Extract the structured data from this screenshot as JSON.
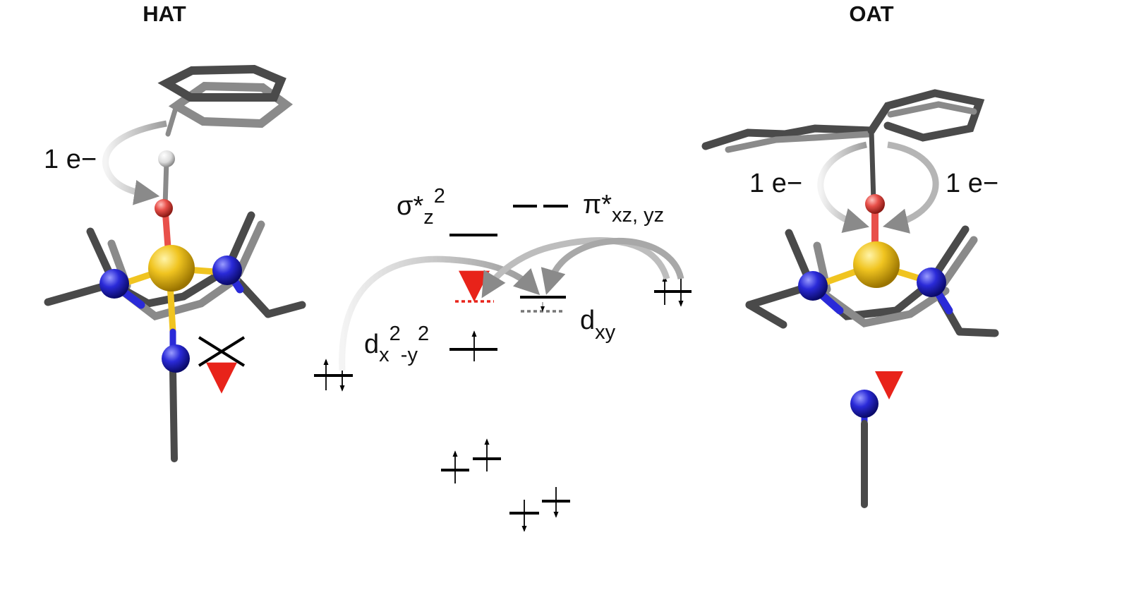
{
  "headings": {
    "left": "HAT",
    "right": "OAT"
  },
  "electron_label": "1 e−",
  "orbitals": {
    "sigma_z2": {
      "base": "σ*",
      "sub": "z",
      "sup": "2"
    },
    "pi_xz_yz": {
      "base": "π*",
      "sub": "xz, yz"
    },
    "d_x2_y2": {
      "base": "d",
      "sub1": "x",
      "sup1": "2",
      "sub2": "-y",
      "sup2": "2"
    },
    "d_xy": {
      "base": "d",
      "sub": "xy"
    }
  },
  "colors": {
    "carbon": "#4a4a4a",
    "nitrogen": "#2a2ad8",
    "oxygen": "#e8504a",
    "metal": "#f0c420",
    "hydrogen": "#e6e6e6",
    "red_arrow": "#e8231a",
    "gray_arrow": "#b8b8b8"
  },
  "icons": [
    "blocked-cross-icon"
  ]
}
